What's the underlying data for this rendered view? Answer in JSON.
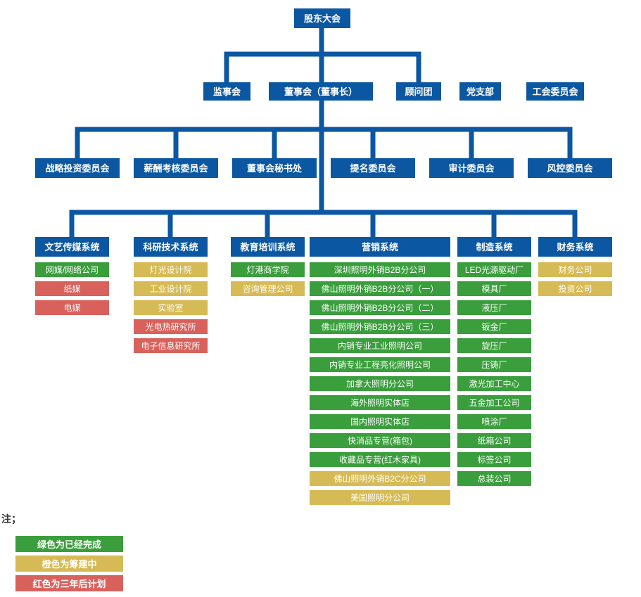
{
  "colors": {
    "node_blue": "#0B57A2",
    "status_green": "#3A9E3C",
    "status_orange": "#D6BA55",
    "status_red": "#D9615C",
    "box_text": "#FFFFFF"
  },
  "org": {
    "root": {
      "label": "股东大会"
    },
    "level2": [
      {
        "label": "监事会"
      },
      {
        "label": "董事会（董事长）"
      },
      {
        "label": "顾问团"
      },
      {
        "label": "党支部"
      },
      {
        "label": "工会委员会"
      }
    ],
    "committees": [
      {
        "label": "战略投资委员会"
      },
      {
        "label": "薪酬考核委员会"
      },
      {
        "label": "董事会秘书处"
      },
      {
        "label": "提名委员会"
      },
      {
        "label": "审计委员会"
      },
      {
        "label": "风控委员会"
      }
    ],
    "systems": [
      {
        "label": "文艺传媒系统",
        "children": [
          {
            "label": "网媒/网络公司",
            "status": "green"
          },
          {
            "label": "纸媒",
            "status": "red"
          },
          {
            "label": "电媒",
            "status": "red"
          }
        ]
      },
      {
        "label": "科研技术系统",
        "children": [
          {
            "label": "灯光设计院",
            "status": "orange"
          },
          {
            "label": "工业设计院",
            "status": "orange"
          },
          {
            "label": "实验室",
            "status": "orange"
          },
          {
            "label": "光电热研究所",
            "status": "red"
          },
          {
            "label": "电子信息研究所",
            "status": "red"
          }
        ]
      },
      {
        "label": "教育培训系统",
        "children": [
          {
            "label": "灯港商学院",
            "status": "green"
          },
          {
            "label": "咨询管理公司",
            "status": "orange"
          }
        ]
      },
      {
        "label": "营销系统",
        "children": [
          {
            "label": "深圳照明外销B2B分公司",
            "status": "green"
          },
          {
            "label": "佛山照明外销B2B分公司（一）",
            "status": "green"
          },
          {
            "label": "佛山照明外销B2B分公司（二）",
            "status": "green"
          },
          {
            "label": "佛山照明外销B2B分公司（三）",
            "status": "green"
          },
          {
            "label": "内销专业工业照明公司",
            "status": "green"
          },
          {
            "label": "内销专业工程亮化照明公司",
            "status": "green"
          },
          {
            "label": "加拿大照明分公司",
            "status": "green"
          },
          {
            "label": "海外照明实体店",
            "status": "green"
          },
          {
            "label": "国内照明实体店",
            "status": "green"
          },
          {
            "label": "快消品专营(箱包)",
            "status": "green"
          },
          {
            "label": "收藏品专营(红木家具)",
            "status": "green"
          },
          {
            "label": "佛山照明外销B2C分公司",
            "status": "orange"
          },
          {
            "label": "美国照明分公司",
            "status": "orange"
          }
        ]
      },
      {
        "label": "制造系统",
        "children": [
          {
            "label": "LED光源驱动厂",
            "status": "green"
          },
          {
            "label": "模具厂",
            "status": "green"
          },
          {
            "label": "液压厂",
            "status": "green"
          },
          {
            "label": "钣金厂",
            "status": "green"
          },
          {
            "label": "旋压厂",
            "status": "green"
          },
          {
            "label": "压铸厂",
            "status": "green"
          },
          {
            "label": "激光加工中心",
            "status": "green"
          },
          {
            "label": "五金加工公司",
            "status": "green"
          },
          {
            "label": "喷涂厂",
            "status": "green"
          },
          {
            "label": "纸箱公司",
            "status": "green"
          },
          {
            "label": "标签公司",
            "status": "green"
          },
          {
            "label": "总装公司",
            "status": "green"
          }
        ]
      },
      {
        "label": "财务系统",
        "children": [
          {
            "label": "财务公司",
            "status": "orange"
          },
          {
            "label": "投资公司",
            "status": "orange"
          }
        ]
      }
    ]
  },
  "legend": {
    "title": "注；",
    "items": [
      {
        "label": "绿色为已经完成",
        "status": "green"
      },
      {
        "label": "橙色为筹建中",
        "status": "orange"
      },
      {
        "label": "红色为三年后计划",
        "status": "red"
      }
    ]
  }
}
